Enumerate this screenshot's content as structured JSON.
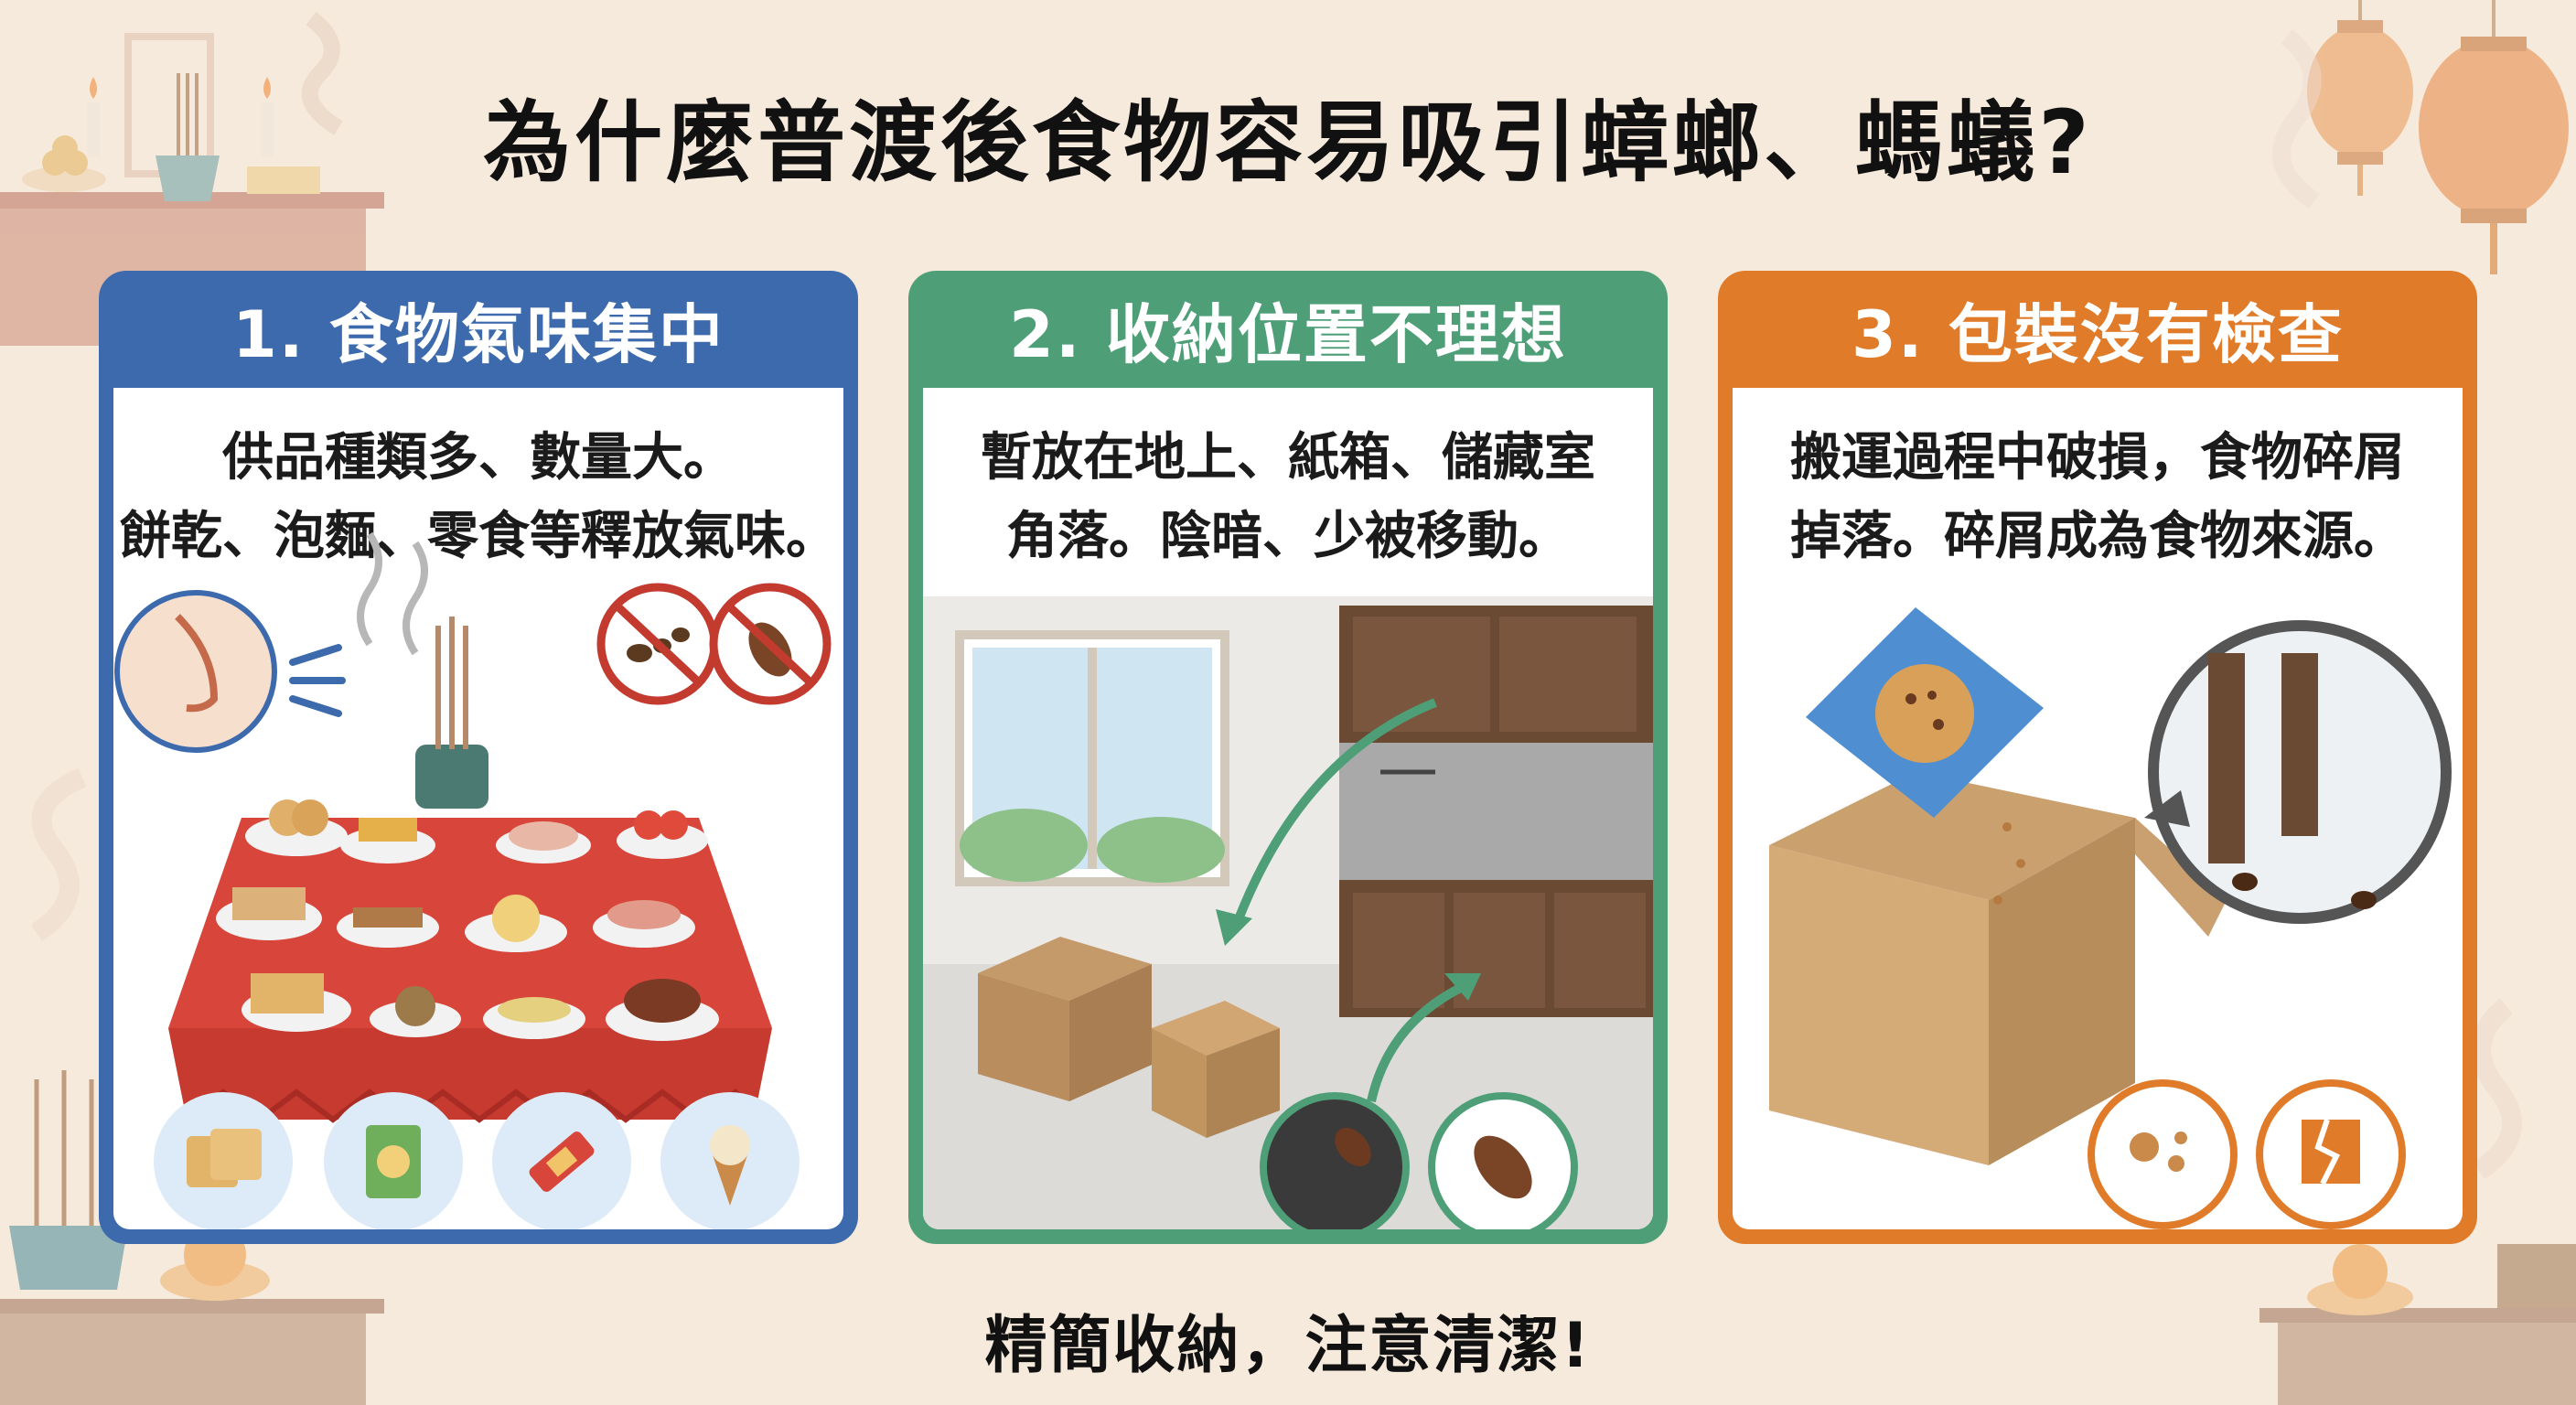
{
  "title": "為什麼普渡後食物容易吸引蟑螂、螞蟻?",
  "panels": [
    {
      "heading": "1. 食物氣味集中",
      "desc_line1": "供品種類多、數量大。",
      "desc_line2": "餅乾、泡麵、零食等釋放氣味。",
      "color": "#3c6aad",
      "icons": [
        "nose-smell-icon",
        "no-ant-icon",
        "no-cockroach-icon",
        "cracker-icon",
        "chips-bag-icon",
        "candy-bar-icon",
        "ice-cream-cone-icon"
      ]
    },
    {
      "heading": "2. 收納位置不理想",
      "desc_line1": "暫放在地上、紙箱、儲藏室",
      "desc_line2": "角落。陰暗、少被移動。",
      "color": "#4e9f78",
      "icons": [
        "window-icon",
        "cardboard-box-icon",
        "kitchen-cabinet-icon",
        "arrow-icon",
        "dark-corner-cockroach-icon",
        "cockroach-icon"
      ]
    },
    {
      "heading": "3. 包裝沒有檢查",
      "desc_line1": "搬運過程中破損，食物碎屑",
      "desc_line2": "掉落。碎屑成為食物來源。",
      "color": "#e07b2a",
      "icons": [
        "torn-cookie-package-icon",
        "open-box-icon",
        "magnified-ants-icon",
        "crumbs-icon",
        "torn-wrapper-icon"
      ]
    }
  ],
  "footer": "精簡收納，注意清潔!"
}
